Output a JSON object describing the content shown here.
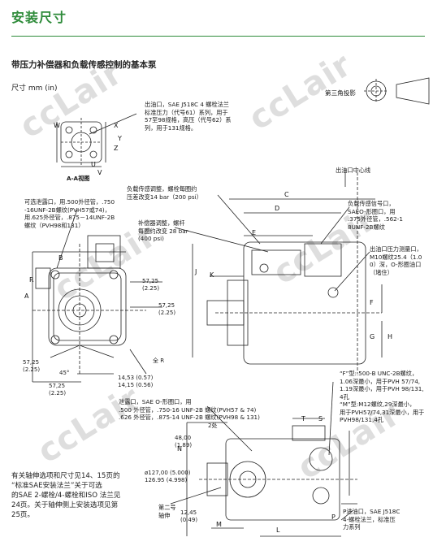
{
  "header": {
    "title": "安装尺寸",
    "subtitle": "带压力补偿器和负载传感控制的基本泵",
    "dimension_unit": "尺寸 mm (in)",
    "projection_label": "第三角投影"
  },
  "watermark": "ccLair",
  "notes": {
    "outlet_port": "出油口，SAE J518C 4 螺栓法兰\n标准压力（代号61）系列，用于\n57至98规格，高压（代号62）系\n列，用于131规格。",
    "view_label": "A-A视图",
    "outlet_center": "出油口中心线",
    "plug_port": "可选泄露口，用.500外径管，.750\n-16UNF-2B螺纹(PVH57或74)，\n用.625外径管，.875－14UNF-2B\n螺纹（PVH98和131）",
    "load_sense_adjust": "负载传感调整，螺栓每圈约\n压差改变14 bar（200 psi）",
    "load_sense_port": "负载传感信号口，\nSAEO-形圈口，用\n.375外径管，.562-1\n8UNF-2B螺纹",
    "compensator_adjust": "补偿器调整，螺杆\n每圈约改变 28 bar\n(400 psi)",
    "gauge_port": "出油口压力测量口，\nM10螺纹25.4（1.0\n0）深，O-形圈油口\n（堵住）",
    "drain_port": "泄露口，SAE O-形圈口，用\n.500 外径管，.750-16 UNF-2B 螺纹(PVH57 & 74)\n.626 外径管，.875-14 UNF-2B 螺纹(PVH98 & 131)",
    "thread_note": "“F”型:.500-B UNC-2B螺纹，\n1.06深最小，用于PVH 57/74,\n1.19深最小，用于PVH 98/131,\n4孔\n“M”型:M12螺纹,29深最小，\n用于PVH57/74,31深最小，用于\nPVH98/131,4孔",
    "inlet_port": "P进油口，SAE J518C\n4-螺栓法兰，标准压\n力系列",
    "second_shaft": "第二号\n轴伸",
    "bottom_note": "有关轴伸选项和尺寸见14、15页的\n“标准SAE安装法兰”关于可选\n的SAE 2-螺栓/4-螺栓和ISO 法兰见\n24页。关于轴伸侧上安装选项见第\n25页。"
  },
  "dimensions": {
    "d1": "57,25\n(2.25)",
    "d2": "57,25\n(2.25)",
    "d3": "57,25\n(2.25)",
    "d4": "57,25\n(2.25)",
    "d5": "14,53 (0.57)\n14,15 (0.56)",
    "d6": "45°",
    "d7": "全 R",
    "d8": "48,00\n(1.89)",
    "d9": "ø127,00 (5.000)\n126.95 (4.998)",
    "d10": "12,45\n(0.49)",
    "d11": "2处"
  },
  "letters": {
    "X": "X",
    "W": "W",
    "Z": "Z",
    "Y": "Y",
    "U": "U",
    "V": "V",
    "A": "A",
    "B": "B",
    "C": "C",
    "D": "D",
    "E": "E",
    "F": "F",
    "G": "G",
    "H": "H",
    "J": "J",
    "K": "K",
    "L": "L",
    "M": "M",
    "N": "N",
    "P": "P",
    "R": "R",
    "S": "S",
    "T": "T"
  }
}
